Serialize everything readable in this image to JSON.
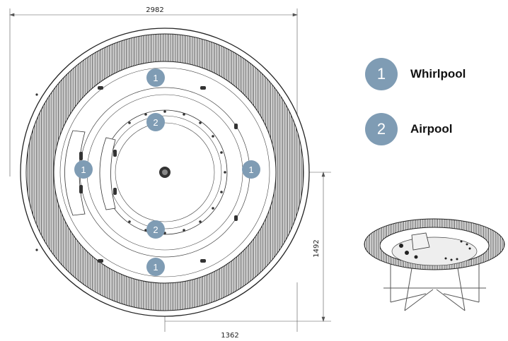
{
  "dimensions": {
    "overall_width": "2982",
    "depth": "1492",
    "offset": "1362"
  },
  "legend": [
    {
      "number": "1",
      "label": "Whirlpool"
    },
    {
      "number": "2",
      "label": "Airpool"
    }
  ],
  "badge_color": "#7f9cb4",
  "markers": [
    "1",
    "2",
    "1",
    "1",
    "2",
    "1"
  ]
}
